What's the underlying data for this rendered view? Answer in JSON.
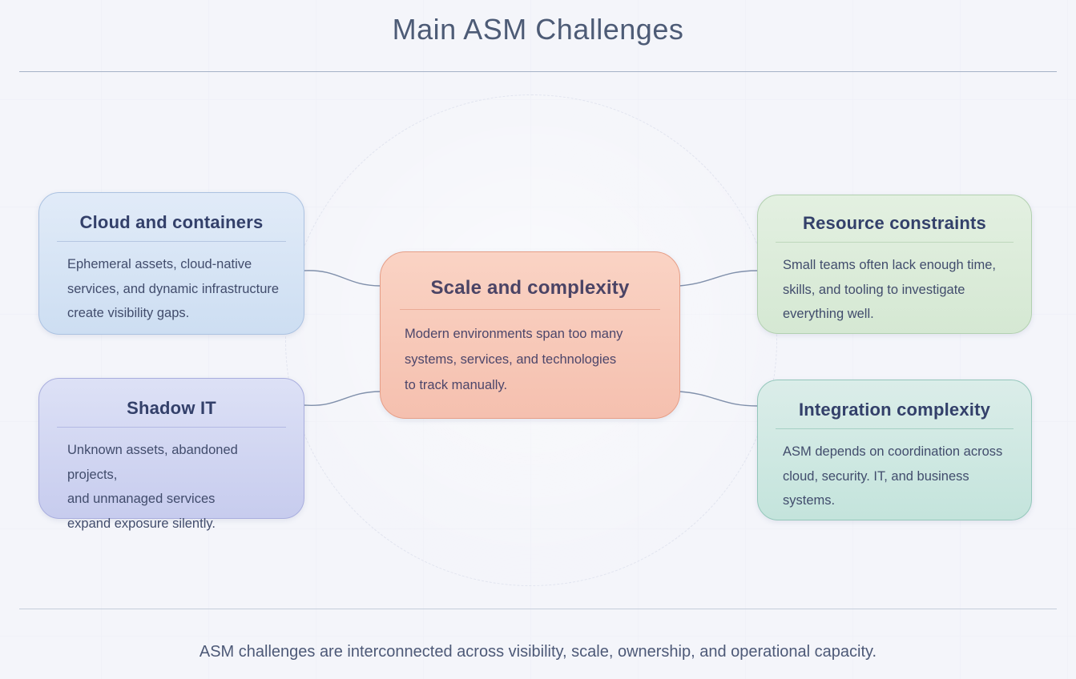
{
  "header": {
    "title": "Main ASM Challenges"
  },
  "palette": {
    "page_background": "#f4f5fa",
    "title_color": "#4d5b76",
    "connector_color": "#8090ab",
    "card_cloud_bg": "#d7e4f5",
    "card_cloud_border": "#abc2e1",
    "card_shadow_bg": "#d2d7f2",
    "card_shadow_border": "#a9aede",
    "card_scale_bg": "#f8cab9",
    "card_scale_border": "#e69e87",
    "card_resource_bg": "#dcecda",
    "card_resource_border": "#b2d0b0",
    "card_integration_bg": "#cfe9e2",
    "card_integration_border": "#94c7bb"
  },
  "cards": {
    "cloud": {
      "heading": "Cloud and containers",
      "lines": [
        "Ephemeral assets, cloud-native",
        "services, and dynamic infrastructure",
        "create visibility gaps."
      ]
    },
    "shadow": {
      "heading": "Shadow IT",
      "lines": [
        "Unknown assets, abandoned projects,",
        "and unmanaged services",
        "expand exposure silently."
      ]
    },
    "scale": {
      "heading": "Scale and complexity",
      "lines": [
        "Modern environments span too many",
        "systems, services, and technologies",
        "to track manually."
      ]
    },
    "resource": {
      "heading": "Resource constraints",
      "lines": [
        "Small teams often lack enough time,",
        "skills, and tooling to investigate",
        "everything well."
      ]
    },
    "integration": {
      "heading": "Integration complexity",
      "lines": [
        "ASM depends on coordination across",
        "cloud, security. IT, and business systems."
      ]
    }
  },
  "footer": {
    "caption": "ASM challenges are interconnected across visibility, scale, ownership, and operational capacity."
  }
}
